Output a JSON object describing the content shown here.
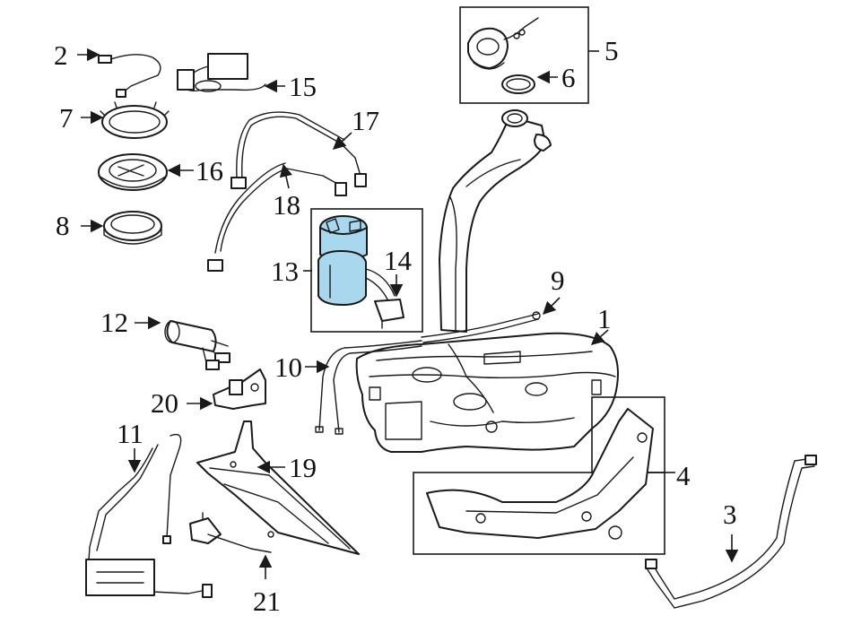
{
  "diagram": {
    "highlight_color": "#a9d8ee",
    "line_color": "#1a1a1a",
    "callouts": [
      {
        "id": "c1",
        "label": "1"
      },
      {
        "id": "c2",
        "label": "2"
      },
      {
        "id": "c3",
        "label": "3"
      },
      {
        "id": "c4",
        "label": "4"
      },
      {
        "id": "c5",
        "label": "5"
      },
      {
        "id": "c6",
        "label": "6"
      },
      {
        "id": "c7",
        "label": "7"
      },
      {
        "id": "c8",
        "label": "8"
      },
      {
        "id": "c9",
        "label": "9"
      },
      {
        "id": "c10",
        "label": "10"
      },
      {
        "id": "c11",
        "label": "11"
      },
      {
        "id": "c12",
        "label": "12"
      },
      {
        "id": "c13",
        "label": "13"
      },
      {
        "id": "c14",
        "label": "14"
      },
      {
        "id": "c15",
        "label": "15"
      },
      {
        "id": "c16",
        "label": "16"
      },
      {
        "id": "c17",
        "label": "17"
      },
      {
        "id": "c18",
        "label": "18"
      },
      {
        "id": "c19",
        "label": "19"
      },
      {
        "id": "c20",
        "label": "20"
      },
      {
        "id": "c21",
        "label": "21"
      }
    ]
  }
}
